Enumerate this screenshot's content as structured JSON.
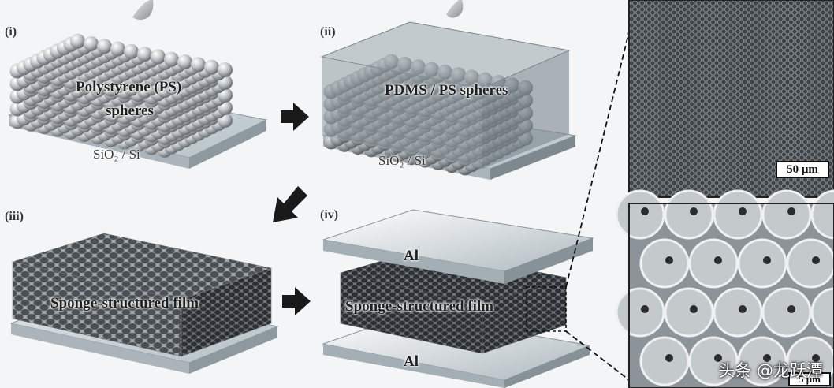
{
  "panels": {
    "i": {
      "tag": "(i)",
      "title_line1": "Polystyrene (PS)",
      "title_line2": "spheres",
      "substrate": "SiO₂ / Si"
    },
    "ii": {
      "tag": "(ii)",
      "title": "PDMS / PS spheres",
      "substrate": "SiO₂ / Si"
    },
    "iii": {
      "tag": "(iii)",
      "title": "Sponge-structured film"
    },
    "iv": {
      "tag": "(iv)",
      "top_electrode": "Al",
      "film": "Sponge-structured film",
      "bottom_electrode": "Al"
    }
  },
  "micrographs": {
    "top_scale": "50 μm",
    "bottom_scale": "5 μm"
  },
  "watermark": "头条 @龙跃潭",
  "colors": {
    "background": "#f4f5f6",
    "slab": "#bcc6cc",
    "arrow": "#1a1a1a"
  }
}
